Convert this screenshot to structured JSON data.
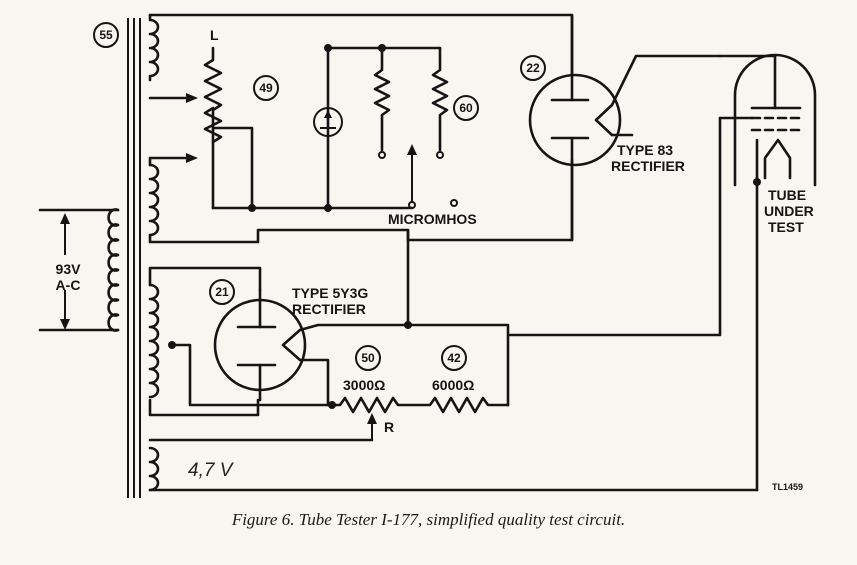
{
  "figure": {
    "caption": "Figure 6. Tube Tester I-177, simplified quality test circuit."
  },
  "labels": {
    "transformer_ref": "55",
    "inductor_L": "L",
    "pot_49": "49",
    "resistor_60": "60",
    "tube_22": "22",
    "type83_line1": "TYPE 83",
    "type83_line2": "RECTIFIER",
    "micromhos": "MICROMHOS",
    "tube_under_test_1": "TUBE",
    "tube_under_test_2": "UNDER",
    "tube_under_test_3": "TEST",
    "supply_voltage": "93V",
    "supply_type": "A-C",
    "tube_21": "21",
    "type5y3g_line1": "TYPE 5Y3G",
    "type5y3g_line2": "RECTIFIER",
    "resistor_50": "50",
    "resistor_42": "42",
    "value_3000": "3000Ω",
    "value_6000": "6000Ω",
    "pot_R": "R",
    "filament_voltage": "4,7 V",
    "drawing_code": "TL1459"
  },
  "icons": {
    "meter": "meter-icon",
    "arrow": "arrow-up-icon"
  }
}
